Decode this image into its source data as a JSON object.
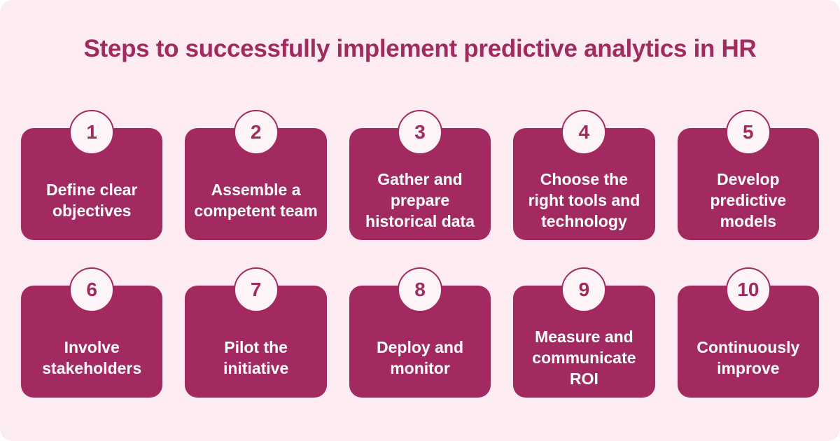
{
  "title": "Steps to successfully implement predictive analytics in HR",
  "colors": {
    "page_background": "#ffffff",
    "canvas_background": "#fcebf1",
    "card_background": "#a22a61",
    "title_text": "#a02b5f",
    "card_text": "#ffffff",
    "circle_fill": "#fdf4f8",
    "circle_border": "#a22a61",
    "number_text": "#a02b5f"
  },
  "steps": [
    {
      "number": "1",
      "label": "Define clear\nobjectives"
    },
    {
      "number": "2",
      "label": "Assemble a\ncompetent team"
    },
    {
      "number": "3",
      "label": "Gather and\nprepare\nhistorical data"
    },
    {
      "number": "4",
      "label": "Choose the\nright tools and\ntechnology"
    },
    {
      "number": "5",
      "label": "Develop\npredictive\nmodels"
    },
    {
      "number": "6",
      "label": "Involve\nstakeholders"
    },
    {
      "number": "7",
      "label": "Pilot the\ninitiative"
    },
    {
      "number": "8",
      "label": "Deploy and\nmonitor"
    },
    {
      "number": "9",
      "label": "Measure and\ncommunicate\nROI"
    },
    {
      "number": "10",
      "label": "Continuously\nimprove"
    }
  ]
}
